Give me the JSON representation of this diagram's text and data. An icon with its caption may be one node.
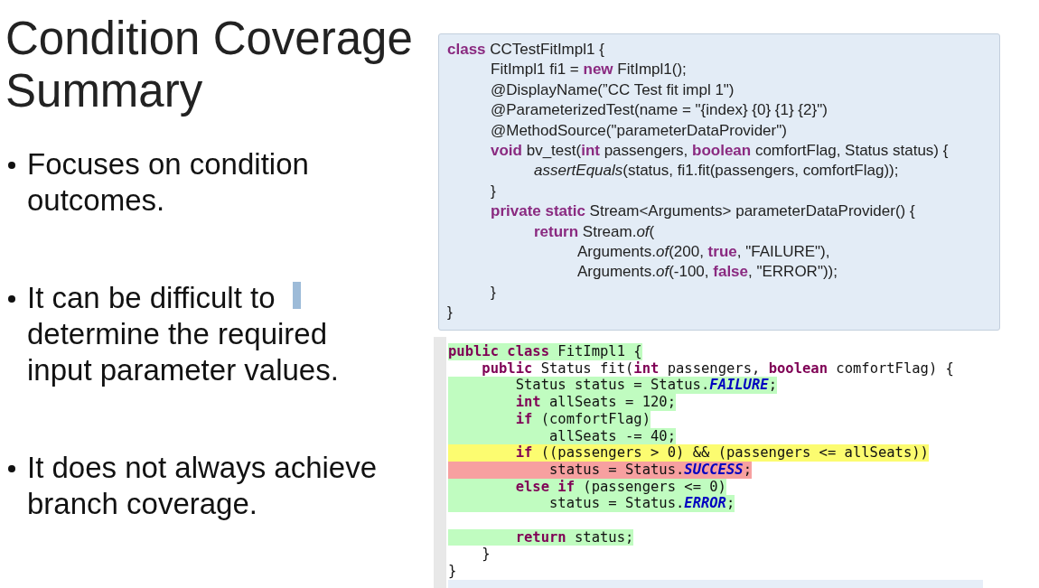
{
  "diagram": {
    "title": "Condition Coverage Summary",
    "labels": [
      "Focuses on condition outcomes.",
      "It can be difficult to determine the required input parameter values.",
      "It does not always achieve branch coverage.",
      "**class** CCTestFitImpl1 {",
      "FitImpl1 fi1 = **new** FitImpl1();",
      "@DisplayName(”CC Test fit impl 1\")",
      "@ParameterizedTest(name = \"{index} {0} {1} {2}\")",
      "@MethodSource(\"parameterDataProvider\")",
      "**void** bv_test(**int** passengers, **boolean** comfortFlag, Status status) {",
      "*assertEquals*(status, fi1.fit(passengers, comfortFlag));",
      "}",
      "**private static** Stream<Arguments> parameterDataProvider() {",
      "**return** Stream.*of*(",
      "Arguments.*of*(200, **true**, \"FAILURE\"),",
      "Arguments.*of*(-100, **false**, \"ERROR\"));",
      "}",
      "}",
      "**public class** FitImpl1 {",
      "**public** Status fit(**int** passengers, **boolean** comfortFlag) {",
      "Status status = Status.*FAILURE*;",
      "**int** allSeats = 120;",
      "**if** (comfortFlag)",
      "allSeats -= 40;",
      "**if** ((passengers > 0) && (passengers <= allSeats))",
      "status = Status.*SUCCESS*;",
      "**else if** (passengers <= 0)",
      "status = Status.*ERROR*;",
      "**return** status;",
      "}",
      "}"
    ]
  }
}
